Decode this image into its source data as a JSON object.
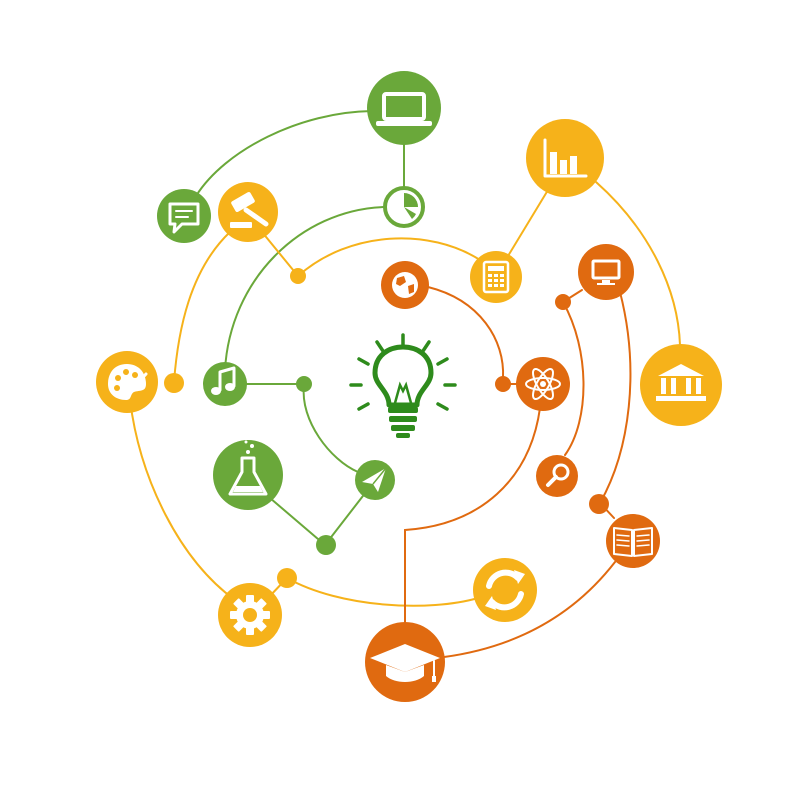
{
  "colors": {
    "green": "#6aa83a",
    "yellow": "#f6b21a",
    "orange": "#e06a10",
    "bulb": "#2e8b1c",
    "background": "#ffffff"
  },
  "center": {
    "icon": "lightbulb-icon"
  },
  "nodes": [
    {
      "name": "laptop-icon",
      "color": "green"
    },
    {
      "name": "pie-chart-icon",
      "color": "green"
    },
    {
      "name": "chat-bubble-icon",
      "color": "green"
    },
    {
      "name": "music-note-icon",
      "color": "green"
    },
    {
      "name": "flask-icon",
      "color": "green"
    },
    {
      "name": "paper-plane-icon",
      "color": "green"
    },
    {
      "name": "gavel-icon",
      "color": "yellow"
    },
    {
      "name": "bar-chart-icon",
      "color": "yellow"
    },
    {
      "name": "calculator-icon",
      "color": "yellow"
    },
    {
      "name": "palette-icon",
      "color": "yellow"
    },
    {
      "name": "bank-icon",
      "color": "yellow"
    },
    {
      "name": "gear-icon",
      "color": "yellow"
    },
    {
      "name": "refresh-icon",
      "color": "yellow"
    },
    {
      "name": "globe-icon",
      "color": "orange"
    },
    {
      "name": "atom-icon",
      "color": "orange"
    },
    {
      "name": "monitor-icon",
      "color": "orange"
    },
    {
      "name": "magnifier-icon",
      "color": "orange"
    },
    {
      "name": "book-icon",
      "color": "orange"
    },
    {
      "name": "graduation-cap-icon",
      "color": "orange"
    }
  ]
}
